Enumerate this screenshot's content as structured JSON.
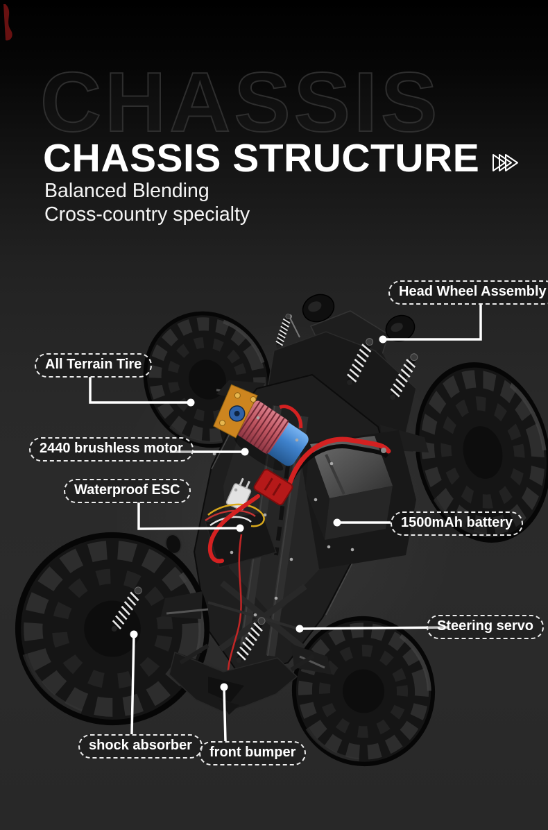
{
  "header": {
    "ghost_title": "CHASSIS",
    "title": "CHASSIS STRUCTURE",
    "subtitle_line1": "Balanced Blending",
    "subtitle_line2": "Cross-country specialty",
    "arrow_icon": "triple-chevron-right"
  },
  "diagram": {
    "description": "Top angled view of RC monster truck chassis with labeled parts",
    "callouts": [
      {
        "id": "head-wheel-assembly",
        "label": "Head Wheel Assembly"
      },
      {
        "id": "all-terrain-tire",
        "label": "All Terrain Tire"
      },
      {
        "id": "brushless-motor",
        "label": "2440 brushless motor"
      },
      {
        "id": "waterproof-esc",
        "label": "Waterproof ESC"
      },
      {
        "id": "battery",
        "label": "1500mAh battery"
      },
      {
        "id": "steering-servo",
        "label": "Steering servo"
      },
      {
        "id": "shock-absorber",
        "label": "shock absorber"
      },
      {
        "id": "front-bumper",
        "label": "front bumper"
      }
    ]
  },
  "palette": {
    "background_top": "#000000",
    "background_bottom": "#2a2a2a",
    "label_border": "#ededed",
    "label_text": "#ffffff",
    "connector": "#ffffff",
    "motor_heatsink_red": "#bf5560",
    "motor_can_blue": "#3f82cc",
    "motor_mount_orange": "#cd851f",
    "cable_red": "#d42121",
    "spring_white": "#e9e9e9",
    "corner_red": "#7a1414"
  }
}
